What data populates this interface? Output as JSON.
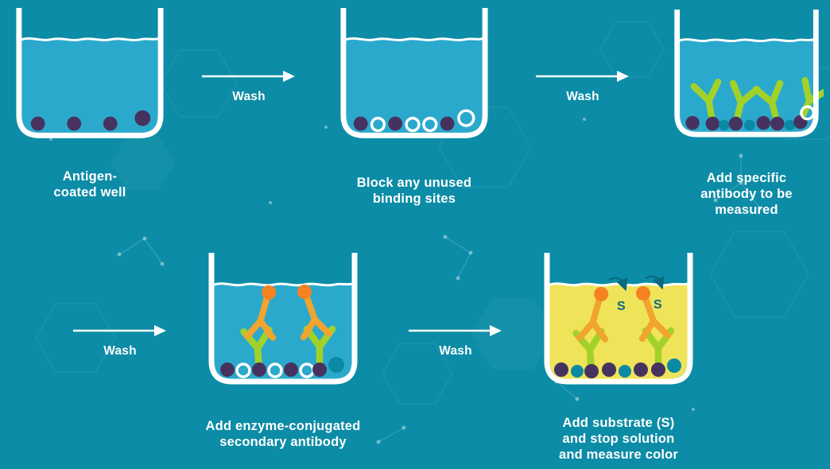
{
  "colors": {
    "background": "#0c8ca6",
    "caption_text": "#ffffff",
    "well_white": "#ffffff",
    "liquid_blue": "#2ba9cd",
    "liquid_yellow": "#efe35a",
    "antigen_purple": "#46325f",
    "blocker_white": "#ffffff",
    "dot_teal": "#0a8aa2",
    "antibody_green": "#a2d229",
    "antibody_orange": "#f1a42e",
    "enzyme_orange": "#f58220",
    "substrate_text": "#0b6a7d"
  },
  "steps": [
    {
      "caption": "Antigen-\ncoated well"
    },
    {
      "caption": "Block any unused\nbinding sites"
    },
    {
      "caption": "Add specific\nantibody to be\nmeasured"
    },
    {
      "caption": "Add enzyme-conjugated\nsecondary antibody"
    },
    {
      "caption": "Add substrate (S)\nand stop solution\nand measure color"
    }
  ],
  "arrows": [
    {
      "label": "Wash"
    },
    {
      "label": "Wash"
    },
    {
      "label": "Wash"
    },
    {
      "label": "Wash"
    }
  ],
  "substrate_label": "S"
}
